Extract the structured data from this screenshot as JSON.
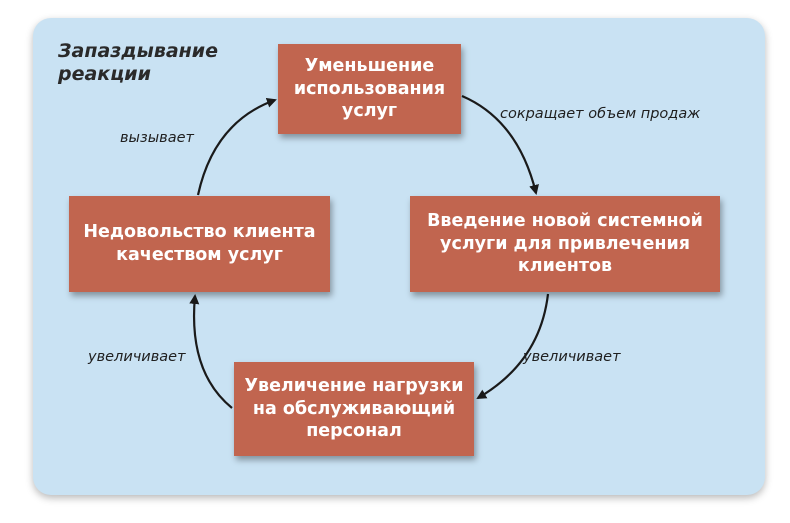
{
  "title": "Запаздывание реакции",
  "nodes": {
    "top": "Уменьшение использования услуг",
    "right": "Введение новой системной услуги для привлечения клиентов",
    "bottom": "Увеличение нагрузки на обслуживающий персонал",
    "left": "Недовольство клиента качеством услуг"
  },
  "edges": {
    "top_right": "сокращает объем продаж",
    "right_bottom": "увеличивает",
    "bottom_left": "увеличивает",
    "left_top": "вызывает"
  },
  "colors": {
    "panel": "#c9e2f3",
    "node": "#c1654f",
    "node_text": "#ffffff",
    "arrow": "#1a1a1a"
  }
}
